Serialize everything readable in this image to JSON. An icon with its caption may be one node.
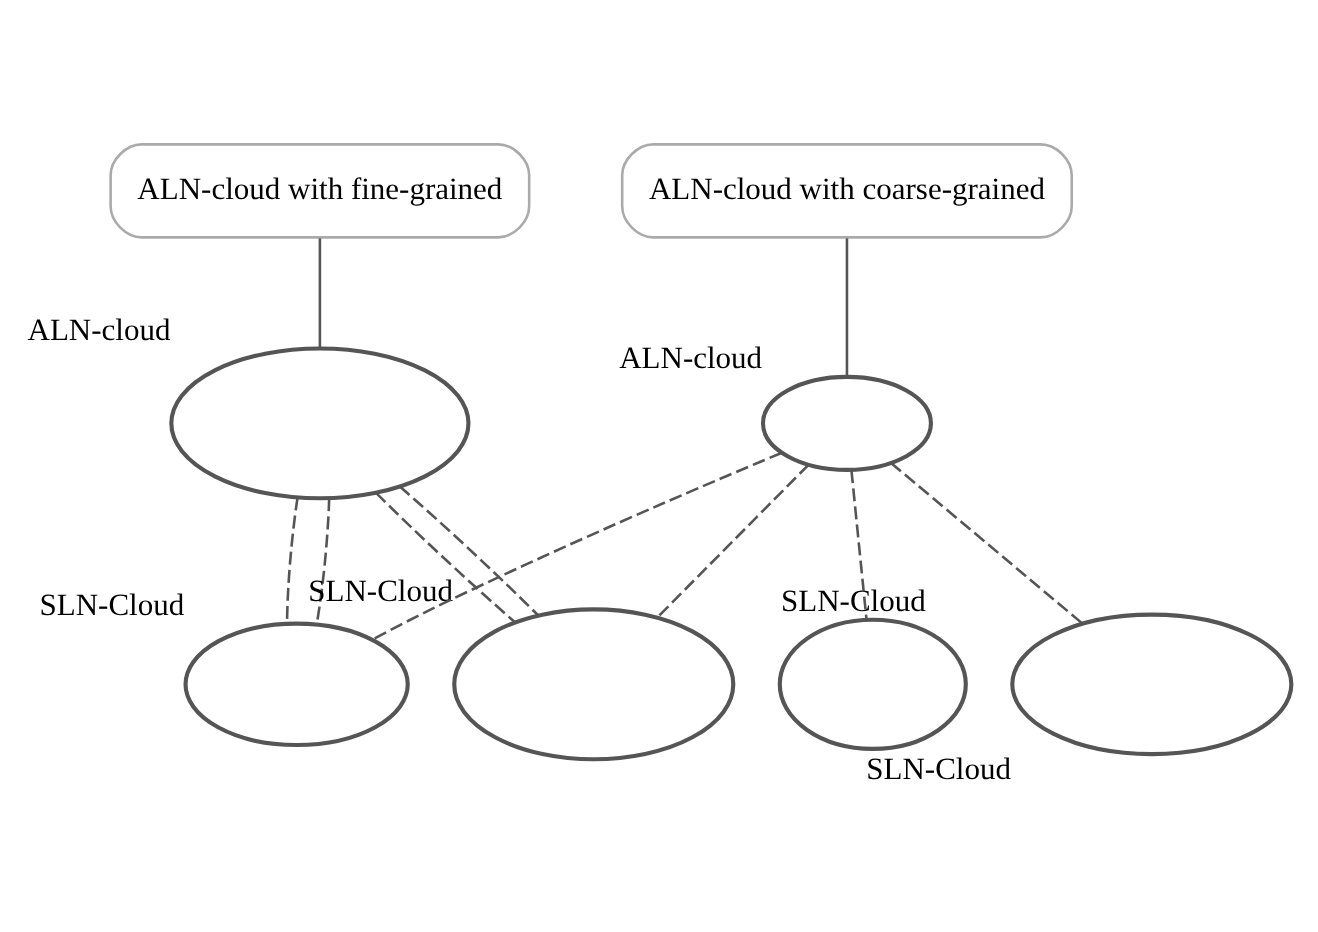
{
  "diagram": {
    "nodes": [
      {
        "text": [
          "ALN-cloud with fine-grained"
        ]
      },
      {
        "text": [
          "ALN-cloud with coarse-grained"
        ]
      },
      {
        "text": [],
        "shape": "cloud",
        "beside": [
          "ALN-cloud"
        ]
      },
      {
        "text": [],
        "shape": "cloud",
        "beside": [
          "ALN-cloud"
        ]
      },
      {
        "text": [],
        "shape": "cloud",
        "beside": [
          "SLN-Cloud"
        ]
      },
      {
        "text": [],
        "shape": "cloud",
        "beside": [
          "SLN-Cloud"
        ]
      },
      {
        "text": [],
        "shape": "cloud",
        "beside": [
          "SLN-Cloud"
        ]
      },
      {
        "text": [],
        "shape": "cloud",
        "beside": [
          "SLN-Cloud"
        ]
      }
    ],
    "edges": [
      {
        "from": 0,
        "to": 2,
        "arrow": "none"
      },
      {
        "from": 1,
        "to": 3,
        "arrow": "none"
      },
      {
        "from": 2,
        "to": 4,
        "arrow": "none",
        "style": "dashed"
      },
      {
        "from": 2,
        "to": 4,
        "arrow": "none",
        "style": "dashed"
      },
      {
        "from": 2,
        "to": 5,
        "arrow": "none",
        "style": "dashed"
      },
      {
        "from": 2,
        "to": 5,
        "arrow": "none",
        "style": "dashed"
      },
      {
        "from": 3,
        "to": 4,
        "arrow": "none",
        "style": "dashed"
      },
      {
        "from": 3,
        "to": 5,
        "arrow": "none",
        "style": "dashed"
      },
      {
        "from": 3,
        "to": 6,
        "arrow": "none",
        "style": "dashed"
      },
      {
        "from": 3,
        "to": 7,
        "arrow": "none",
        "style": "dashed"
      }
    ]
  }
}
